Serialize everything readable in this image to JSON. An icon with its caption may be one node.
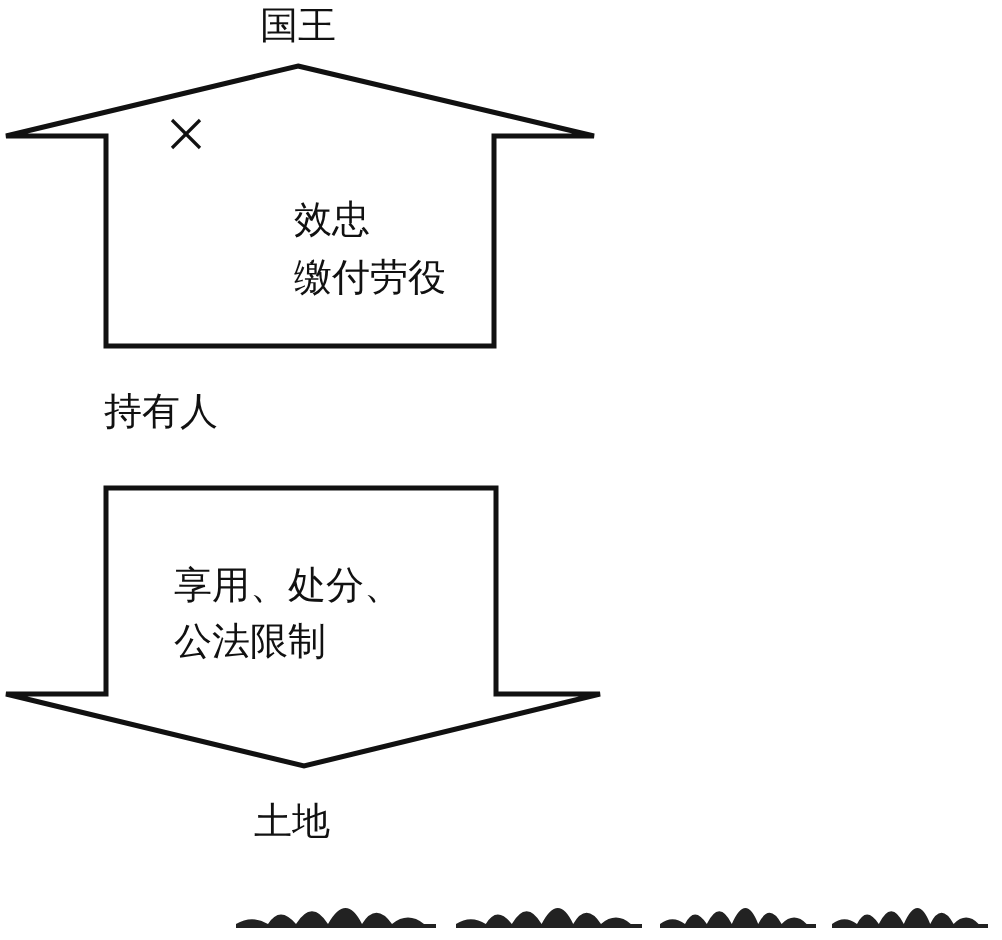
{
  "diagram": {
    "nodes": [
      {
        "text": [
          "国王"
        ]
      },
      {
        "text": [
          "效忠",
          "缴付劳役"
        ]
      },
      {
        "text": [
          "持有人"
        ]
      },
      {
        "text": [
          "享用、处分、公法限制"
        ]
      },
      {
        "text": [
          "土地"
        ]
      }
    ]
  }
}
